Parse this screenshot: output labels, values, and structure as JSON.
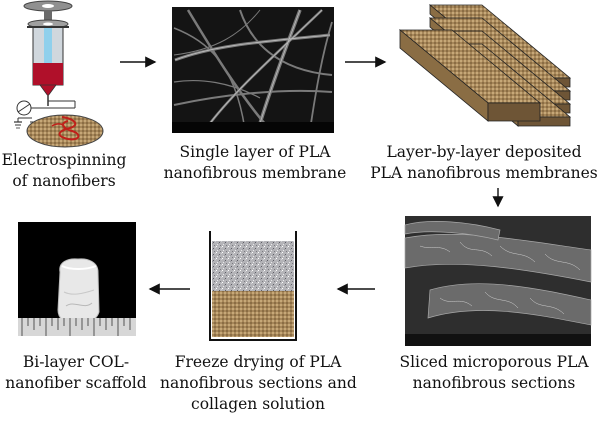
{
  "captions": {
    "electrospinning": [
      "Electrospinning",
      "of nanofibers"
    ],
    "single_layer": [
      "Single layer of PLA",
      "nanofibrous membrane"
    ],
    "layer_by_layer": [
      "Layer-by-layer deposited",
      "PLA nanofibrous membranes"
    ],
    "sliced": [
      "Sliced microporous PLA",
      "nanofibrous sections"
    ],
    "freeze_drying": [
      "Freeze drying of PLA",
      "nanofibrous sections and",
      "collagen solution"
    ],
    "bilayer": [
      "Bi-layer COL-",
      "nanofiber scaffold"
    ]
  },
  "colors": {
    "collagen_top": "#b8b8bc",
    "pla_bottom": "#a7875a",
    "syringe_fluid": "#b0102a",
    "needle_tube": "#8fd0ec"
  },
  "icons": {
    "arrows": "arrow-icon",
    "ground": "ground-icon",
    "power_supply": "power-supply-icon"
  }
}
